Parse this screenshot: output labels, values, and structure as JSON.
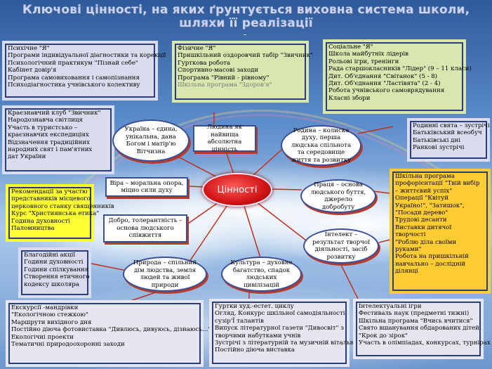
{
  "title_line1": "Ключові цінності, на яких ґрунтується виховна система школи,",
  "title_line2": "шляхи її реалізації",
  "dash": "-",
  "center": "Цінності",
  "boxes": {
    "psych": [
      "Психічне \"Я\"",
      "Програми індивідуальної діагностики та корекції",
      "Психологічний практикум \"Пізнай себе\"",
      "Кабінет довір'я",
      "Програма самовиховання і самопізнання",
      "Психодіагностика учнівського колективу"
    ],
    "phys": [
      "Фізичне \"Я\"",
      "Пришкільний оздоровчий табір \"Звичник\"",
      "Гурткова робота",
      "Спортивно-масові заходи",
      "Програма \"Рівний - рівному\""
    ],
    "phys_muted": "Шкільна програма \"Здоров'я\"",
    "social": [
      "Соціальне \"Я\"",
      "Школа майбутніх лідерів",
      "Рольові ігри, тренінги",
      "Рада старшокласників \"Лідер\" (9 – 11 класи)",
      "Дит. Об'єднання \"Світанок\" (5 - 8)",
      "Дит. Об'єднання \"Ластівята\" (2 - 4)",
      "Робота учнівського самоврядування",
      "Класні збори"
    ],
    "kraeznav": [
      "Краєзнавчий клуб \"Звичник\"",
      "Народознавча світлиця",
      "Участь в туристсько –",
      "краєзнавчих експедиціях",
      "Відзначення традиційних",
      "народних свят і пам'ятних",
      "дат України"
    ],
    "family": [
      "Родинні свята – зустрічі",
      "Батьківський всеобуч",
      "Батьківські дні",
      "Ранкові зустрічі"
    ],
    "clergy": [
      "Рекомендації за участю",
      "представників місцевого",
      "церковного станку священників",
      "Курс \"Християнська етика\"",
      "Година духовності",
      "Паломництва"
    ],
    "proforient": [
      "Шкільна програма",
      "профорієнтації \"Твій вибір",
      "– життєвий успіх\"",
      "Операції \"Квітуй",
      "Україно!\", \"Затишок\",",
      "\"Посади дерево\"",
      "Трудові десанти",
      "Виставки дитячої",
      "творчості",
      "\"Роблю діла своїми",
      "руками\"",
      "Робота на пришкільній",
      "навчально – дослідній",
      "ділянці"
    ],
    "charity": [
      "Благодійні акції",
      "Години духовності",
      "Години спілкування",
      "Створення етичного",
      "кодексу школяра"
    ],
    "excursions": [
      "Екскурсії -мандрівки",
      "\"Екологічною стежкою\"",
      "Маршрути вихідного дня",
      "Постійно діюча фотовиставка \"Дивлюсь, дивуюсь, дізнаюсь…\"",
      "Екологічні проекти",
      "Тематичні природоохоронні заходи"
    ],
    "culture": [
      "Гуртки худ.-естет. циклу",
      "Огляд, Конкурс шкільної самодіяльності",
      "сузір'Ї талантів",
      "Випуск літературної газети \"Дивосвіт\" з",
      "творчими набутками учнів",
      "Зустрічі з літературній та музичній вітальні",
      "Постійно діюча виставка"
    ],
    "intellect": [
      "Інтелектуальні ігри",
      "Фестиваль наук (предметні тижні)",
      "Шкільна програма \"Вчись вчитися\"",
      "Свято вшанування обдарованих дітей",
      "\"Крок до зірок\"",
      "Участь в олімпіадах, конкурсах, турнірах"
    ]
  },
  "nodes": {
    "ukraine": "Україна – єдина, унікальна, дана Богом і матір'ю Вітчизна",
    "human": "Людина як найвища абсолютна цінність",
    "family_node": "Родина – колиска духу, перша людська спільнота та середовище життя та розвитку",
    "faith": "Віра – моральна опора, міцно сили духу",
    "labor": "Праця – основа людського буття, джерело добробуту",
    "kindness": "Добро, толерантність – основа людського співжиття",
    "intellect_node": "Інтелект – результат творчої діяльності, засіб розвитку",
    "nature": "Природа – спільний дім людства, земля людей та живої природи",
    "culture_node": "Культура – духовне багатство, спадок людських цивілізацій"
  },
  "colors": {
    "sky": "#7aa6d8",
    "center_red": "#d01414",
    "line_red": "#c03020",
    "title": "#c9d4f5"
  }
}
